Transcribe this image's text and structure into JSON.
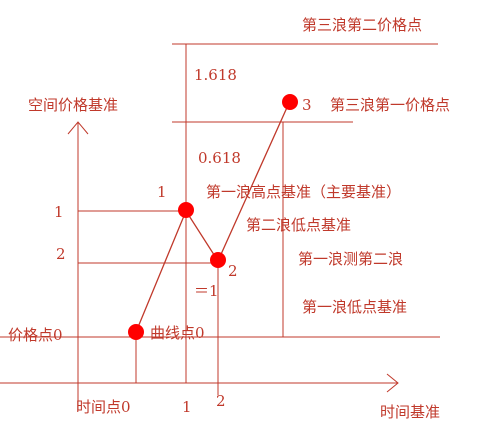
{
  "labels": {
    "wave3_price2": "第三浪第二价格点",
    "wave3_price1": "第三浪第一价格点",
    "fib_1618": "1.618",
    "fib_0618": "0.618",
    "space_price_base": "空间价格基准",
    "wave1_high_base": "第一浪高点基准（主要基准）",
    "wave2_low_base": "第二浪低点基准",
    "wave1_measure_wave2": "第一浪测第二浪",
    "wave1_low_base": "第一浪低点基准",
    "price_point_0": "价格点0",
    "curve_point_0": "曲线点0",
    "time_point_0": "时间点0",
    "time_base": "时间基准",
    "eq_1": "＝1",
    "y_tick_1": "1",
    "y_tick_2": "2",
    "x_tick_1": "1",
    "x_tick_2": "2",
    "point_1": "1",
    "point_2": "2",
    "point_3": "3"
  },
  "colors": {
    "line": "#c0392b",
    "point": "#ff0000"
  }
}
